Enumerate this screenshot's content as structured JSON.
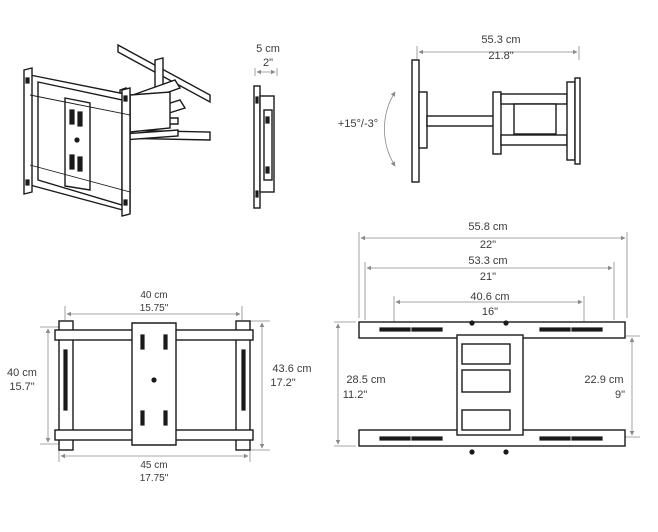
{
  "views": {
    "isometric": {},
    "side": {
      "depth_cm": "5 cm",
      "depth_in": "2\""
    },
    "top": {
      "extension_cm": "55.3 cm",
      "extension_in": "21.8\"",
      "tilt": "+15°/-3°"
    },
    "wall_plate": {
      "spacing_cm": "40 cm",
      "spacing_in": "15.75\"",
      "height_cm": "40 cm",
      "height_in": "15.7\"",
      "outer_height_cm": "43.6 cm",
      "outer_height_in": "17.2\"",
      "width_cm": "45 cm",
      "width_in": "17.75\""
    },
    "tv_bracket": {
      "total_width_cm": "55.8 cm",
      "total_width_in": "22\"",
      "max_spacing_cm": "53.3 cm",
      "max_spacing_in": "21\"",
      "min_spacing_cm": "40.6 cm",
      "min_spacing_in": "16\"",
      "height_cm": "28.5 cm",
      "height_in": "11.2\"",
      "inner_height_cm": "22.9 cm",
      "inner_height_in": "9\""
    }
  }
}
